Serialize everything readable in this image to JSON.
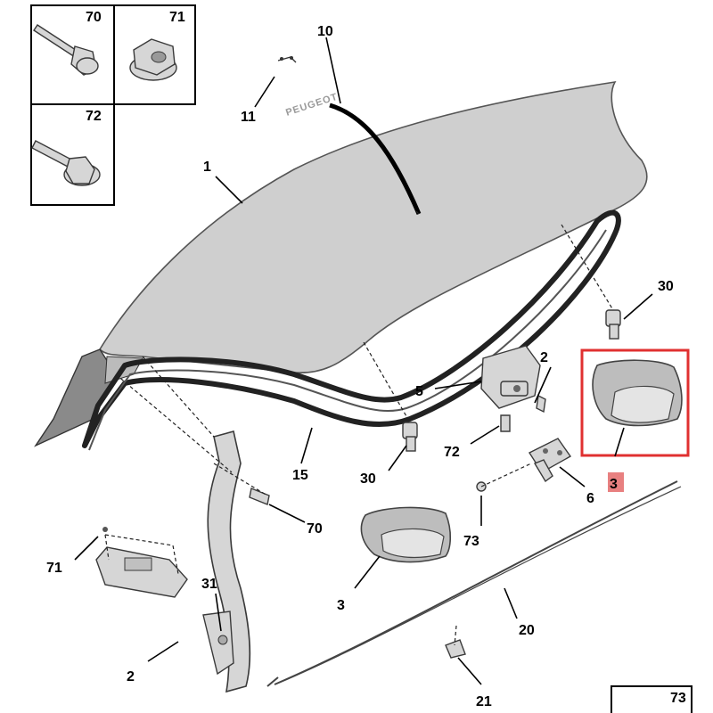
{
  "brand_text": "PEUGEOT",
  "inset_labels": [
    "70",
    "71",
    "72",
    "73"
  ],
  "callouts": {
    "c1": "1",
    "c2a": "2",
    "c2b": "2",
    "c3a": "3",
    "c3b": "3",
    "c5": "5",
    "c6": "6",
    "c10": "10",
    "c11": "11",
    "c15": "15",
    "c20": "20",
    "c21": "21",
    "c30a": "30",
    "c30b": "30",
    "c31": "31",
    "c70": "70",
    "c71": "71",
    "c72": "72",
    "c73": "73"
  },
  "highlight": {
    "part": "3",
    "color": "#e03030"
  },
  "colors": {
    "panel": "#cfcfcf",
    "seal": "#222222",
    "line": "#000000"
  }
}
